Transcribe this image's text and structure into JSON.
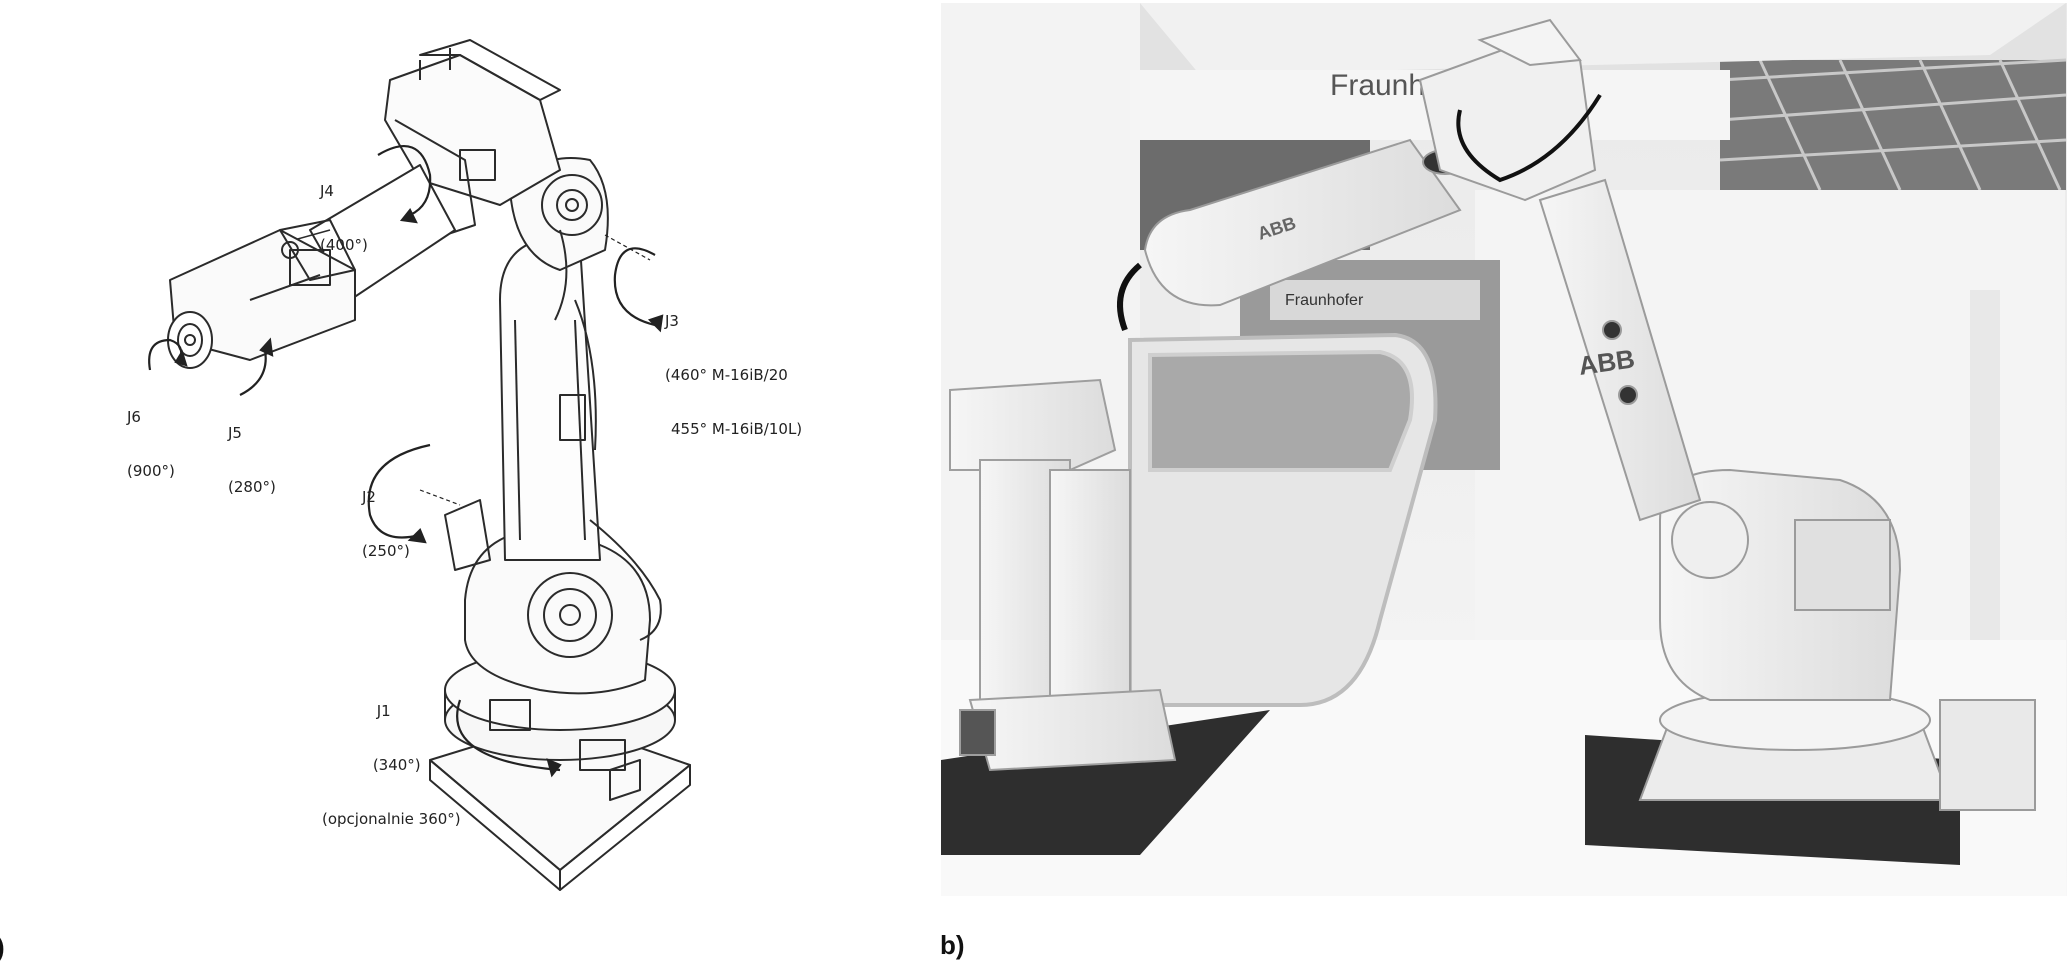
{
  "panel_a": {
    "caption": ")",
    "joints": [
      {
        "id": "J1",
        "name": "J1",
        "range": "(340°)",
        "note": "(opcjonalnie 360°)"
      },
      {
        "id": "J2",
        "name": "J2",
        "range": "(250°)"
      },
      {
        "id": "J3",
        "name": "J3",
        "range_line1": "(460° M-16iB/20",
        "range_line2": "455° M-16iB/10L)"
      },
      {
        "id": "J4",
        "name": "J4",
        "range": "(400°)"
      },
      {
        "id": "J5",
        "name": "J5",
        "range": "(280°)"
      },
      {
        "id": "J6",
        "name": "J6",
        "range": "(900°)"
      }
    ]
  },
  "panel_b": {
    "caption": "b)",
    "signage": {
      "top_banner": "Fraunhofer",
      "booth_sign": "Fraunhofer",
      "arm_brand": "ABB",
      "link_brand": "ABB"
    }
  },
  "colors": {
    "line_art": "#2b2b2b",
    "robot_white": "#f2f2f2",
    "floor_plate": "#2e2e2e"
  }
}
